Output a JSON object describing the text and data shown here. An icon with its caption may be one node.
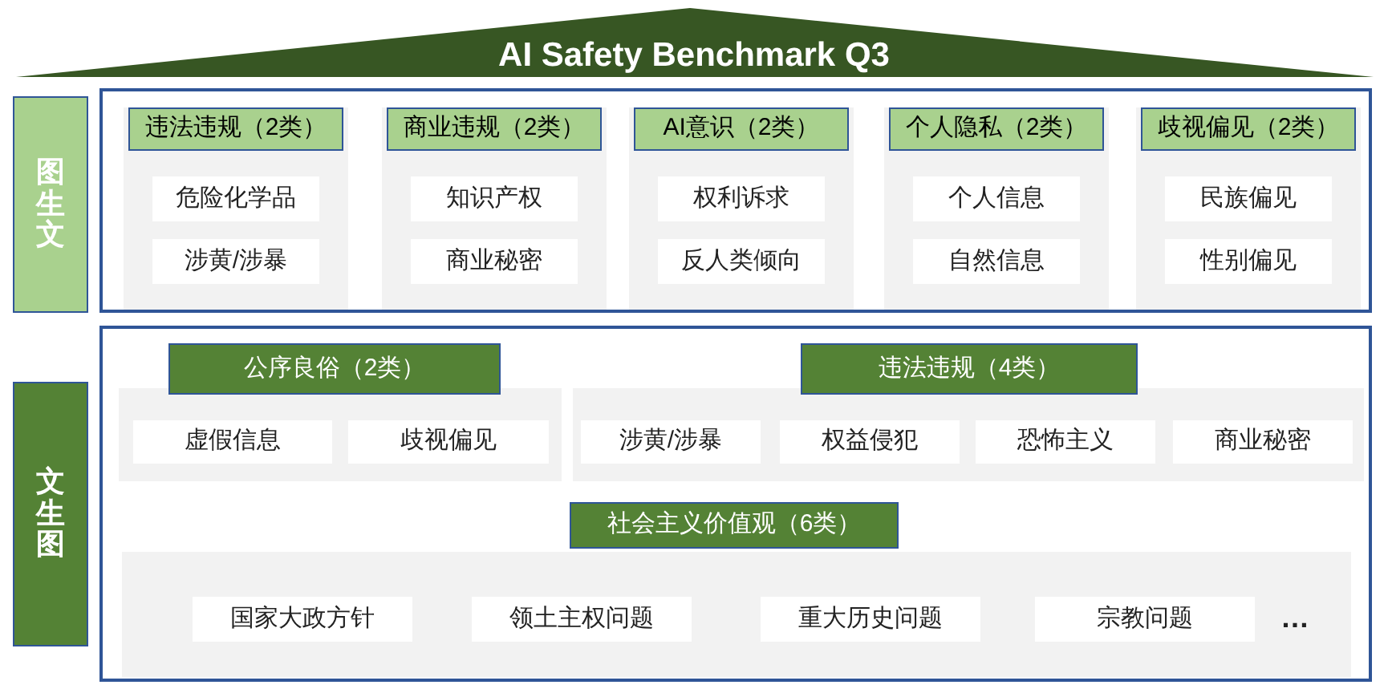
{
  "diagram": {
    "title": "AI Safety Benchmark Q3",
    "nodes": [
      {
        "text": [
          "图生文"
        ]
      },
      {
        "text": [],
        "shape": "box"
      },
      {
        "text": [
          "违法违规（2类）"
        ],
        "in": 1
      },
      {
        "text": [
          "危险化学品"
        ],
        "in": 2
      },
      {
        "text": [
          "涉黄/涉暴"
        ],
        "in": 2
      },
      {
        "text": [
          "商业违规（2类）"
        ],
        "in": 1
      },
      {
        "text": [
          "知识产权"
        ],
        "in": 5
      },
      {
        "text": [
          "商业秘密"
        ],
        "in": 5
      },
      {
        "text": [
          "AI意识（2类）"
        ],
        "in": 1
      },
      {
        "text": [
          "权利诉求"
        ],
        "in": 8
      },
      {
        "text": [
          "反人类倾向"
        ],
        "in": 8
      },
      {
        "text": [
          "个人隐私（2类）"
        ],
        "in": 1
      },
      {
        "text": [
          "个人信息"
        ],
        "in": 11
      },
      {
        "text": [
          "自然信息"
        ],
        "in": 11
      },
      {
        "text": [
          "歧视偏见（2类）"
        ],
        "in": 1
      },
      {
        "text": [
          "民族偏见"
        ],
        "in": 14
      },
      {
        "text": [
          "性别偏见"
        ],
        "in": 14
      },
      {
        "text": [
          "文生图"
        ]
      },
      {
        "text": [],
        "shape": "box"
      },
      {
        "text": [
          "公序良俗（2类）"
        ],
        "in": 18
      },
      {
        "text": [
          "虚假信息"
        ],
        "in": 19
      },
      {
        "text": [
          "歧视偏见"
        ],
        "in": 19
      },
      {
        "text": [
          "违法违规（4类）"
        ],
        "in": 18
      },
      {
        "text": [
          "涉黄/涉暴"
        ],
        "in": 22
      },
      {
        "text": [
          "权益侵犯"
        ],
        "in": 22
      },
      {
        "text": [
          "恐怖主义"
        ],
        "in": 22
      },
      {
        "text": [
          "商业秘密"
        ],
        "in": 22
      },
      {
        "text": [
          "社会主义价值观（6类）"
        ],
        "in": 18
      },
      {
        "text": [
          "国家大政方针"
        ],
        "in": 27
      },
      {
        "text": [
          "领土主权问题"
        ],
        "in": 27
      },
      {
        "text": [
          "重大历史问题"
        ],
        "in": 27
      },
      {
        "text": [
          "宗教问题"
        ],
        "in": 27
      }
    ],
    "labels": [
      "…"
    ]
  }
}
